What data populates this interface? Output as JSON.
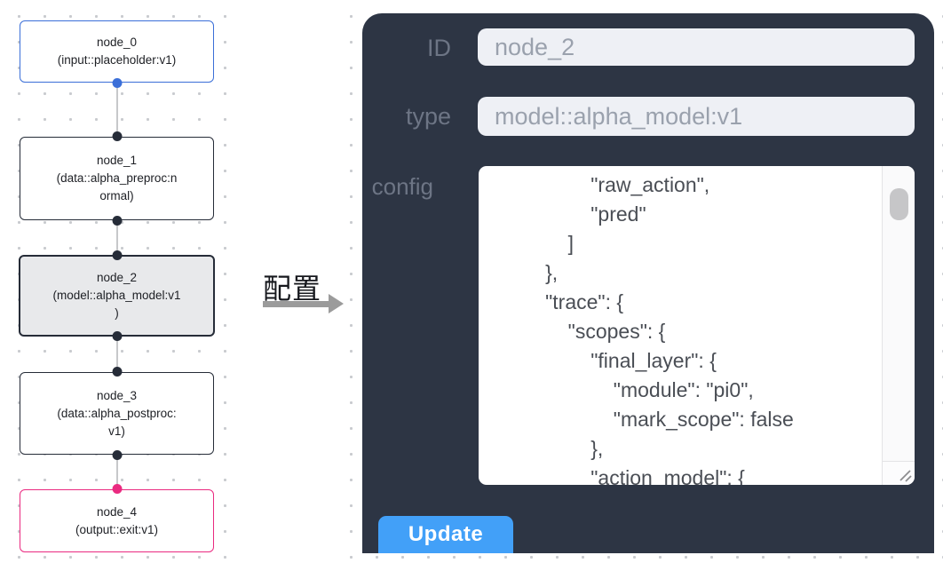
{
  "canvas": {
    "nodes": [
      {
        "name": "node_0",
        "lines": [
          "node_0",
          "(input::placeholder:v1)"
        ]
      },
      {
        "name": "node_1",
        "lines": [
          "node_1",
          "(data::alpha_preproc:n",
          "ormal)"
        ]
      },
      {
        "name": "node_2",
        "lines": [
          "node_2",
          "(model::alpha_model:v1",
          ")"
        ]
      },
      {
        "name": "node_3",
        "lines": [
          "node_3",
          "(data::alpha_postproc:",
          "v1)"
        ]
      },
      {
        "name": "node_4",
        "lines": [
          "node_4",
          "(output::exit:v1)"
        ]
      }
    ],
    "selected_node": "node_2"
  },
  "annotation": {
    "label": "配置"
  },
  "panel": {
    "id_label": "ID",
    "id_value": "node_2",
    "type_label": "type",
    "type_value": "model::alpha_model:v1",
    "config_label": "config",
    "config_text": "                \"raw_action\",\n                \"pred\"\n            ]\n        },\n        \"trace\": {\n            \"scopes\": {\n                \"final_layer\": {\n                    \"module\": \"pi0\",\n                    \"mark_scope\": false\n                },\n                \"action_model\": {",
    "update_label": "Update"
  },
  "colors": {
    "panel_bg": "#2d3544",
    "input_bg": "#eef0f5",
    "input_text": "#9aa1ad",
    "label_text": "#6d7585",
    "button_blue": "#42a0f8",
    "node_blue": "#3b6fd8",
    "node_dark": "#262c38",
    "node_pink": "#ea2a80",
    "node_selected_bg": "#e8e9eb",
    "edge_gray": "#c7c8ca",
    "dot_grid": "#c9cbcf",
    "config_text_color": "#4a4e55",
    "arrow_gray": "#9b9b9b"
  }
}
